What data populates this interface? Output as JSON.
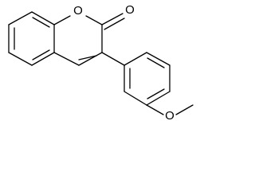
{
  "molecule": {
    "atoms": [
      {
        "id": "O1",
        "label": "O"
      },
      {
        "id": "O2",
        "label": "O"
      },
      {
        "id": "O3",
        "label": "O"
      }
    ],
    "colors": {
      "bond": "#000000",
      "text": "#000000",
      "background": "#ffffff"
    }
  }
}
